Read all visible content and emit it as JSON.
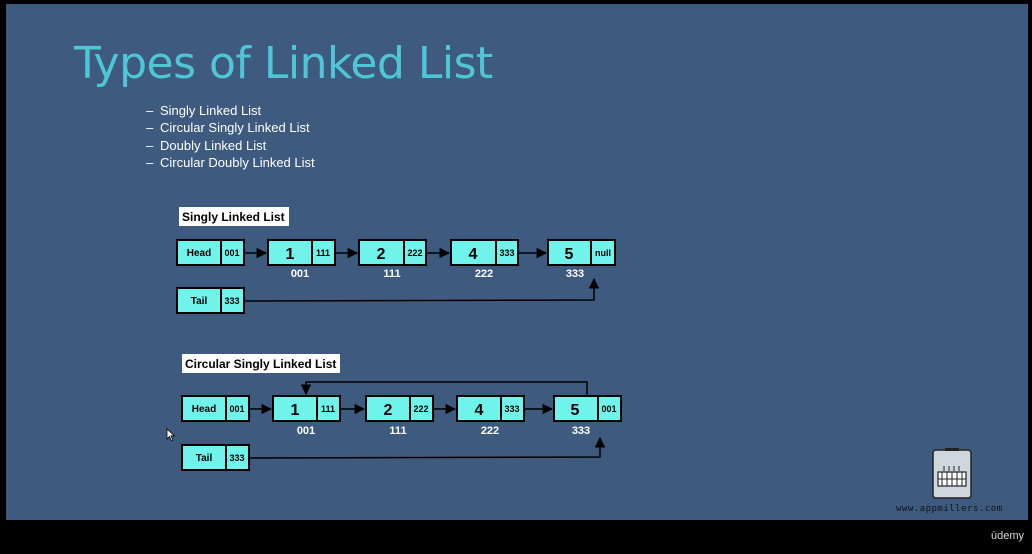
{
  "slide": {
    "title": "Types of Linked List",
    "bullets": [
      "Singly Linked List",
      "Circular Singly Linked List",
      "Doubly Linked List",
      "Circular Doubly Linked List"
    ]
  },
  "diagram1": {
    "label": "Singly Linked List",
    "head": {
      "name": "Head",
      "ptr": "001"
    },
    "tail": {
      "name": "Tail",
      "ptr": "333"
    },
    "nodes": [
      {
        "value": "1",
        "next": "111",
        "addr": "001"
      },
      {
        "value": "2",
        "next": "222",
        "addr": "111"
      },
      {
        "value": "4",
        "next": "333",
        "addr": "222"
      },
      {
        "value": "5",
        "next": "null",
        "addr": "333"
      }
    ]
  },
  "diagram2": {
    "label": "Circular Singly Linked List",
    "head": {
      "name": "Head",
      "ptr": "001"
    },
    "tail": {
      "name": "Tail",
      "ptr": "333"
    },
    "nodes": [
      {
        "value": "1",
        "next": "111",
        "addr": "001"
      },
      {
        "value": "2",
        "next": "222",
        "addr": "111"
      },
      {
        "value": "4",
        "next": "333",
        "addr": "222"
      },
      {
        "value": "5",
        "next": "001",
        "addr": "333"
      }
    ]
  },
  "footer": {
    "watermark": "www.appmillers.com",
    "brand": "ūdemy"
  },
  "colors": {
    "background": "#3e5a7f",
    "title": "#4fc6d6",
    "node_fill": "#6ff3ea",
    "border": "#000000"
  },
  "icons": [
    "appmillers-logo-icon",
    "mouse-cursor-icon",
    "arrow-icon"
  ]
}
